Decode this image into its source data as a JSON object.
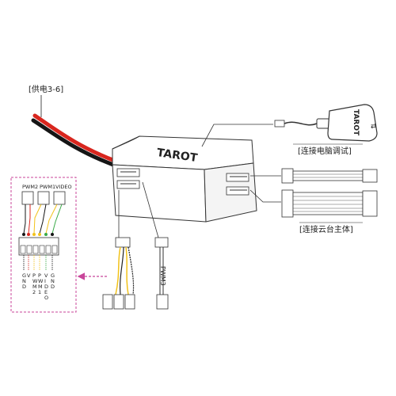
{
  "labels": {
    "power": "[供电3-6]",
    "pc": "[连接电脑调试]",
    "gimbal": "[连接云台主体]",
    "brand_logo": "TAROT",
    "usb_brand": "TAROT",
    "pwm3": "PWM3"
  },
  "inset": {
    "header": [
      "PWM2",
      "PWM1",
      "VIDEO"
    ],
    "pins": [
      {
        "name": "GND",
        "text": "G\nN\nD"
      },
      {
        "name": "V",
        "text": "V"
      },
      {
        "name": "PWM2",
        "text": "P\nW\nM\n2"
      },
      {
        "name": "PWM1",
        "text": "P\nW\nM\n1"
      },
      {
        "name": "VIDEO",
        "text": "V\nI\nD\nE\nO"
      },
      {
        "name": "GND2",
        "text": "G\nN\nD"
      }
    ]
  },
  "colors": {
    "wire_red": "#d8261e",
    "wire_black": "#151515",
    "wire_yellow": "#f2c21a",
    "wire_green": "#3aaa48",
    "inset_border": "#c8469a",
    "arrow": "#c8469a"
  }
}
